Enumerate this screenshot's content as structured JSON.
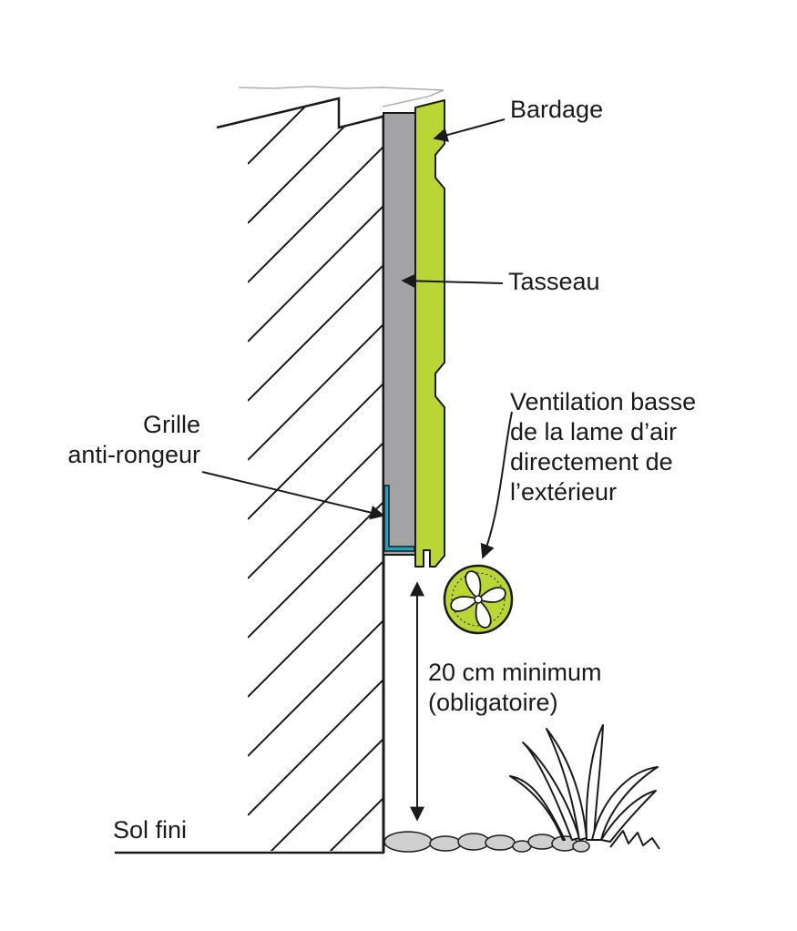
{
  "labels": {
    "bardage": "Bardage",
    "tasseau": "Tasseau",
    "grille": [
      "Grille",
      "anti-rongeur"
    ],
    "ventilation": [
      "Ventilation basse",
      "de la lame d’air",
      "directement de",
      "l’extérieur"
    ],
    "distance": [
      "20 cm minimum",
      "(obligatoire)"
    ],
    "sol": "Sol fini"
  },
  "colors": {
    "bardage": "#b9d636",
    "tasseau": "#a3a3a6",
    "grille": "#1aa3c4",
    "ventilation": "#b9d636",
    "ink": "#1a1a1a",
    "pebble": "#cfcfcf"
  },
  "icons": [
    "fan-icon",
    "grass-icon",
    "pebbles-icon"
  ]
}
